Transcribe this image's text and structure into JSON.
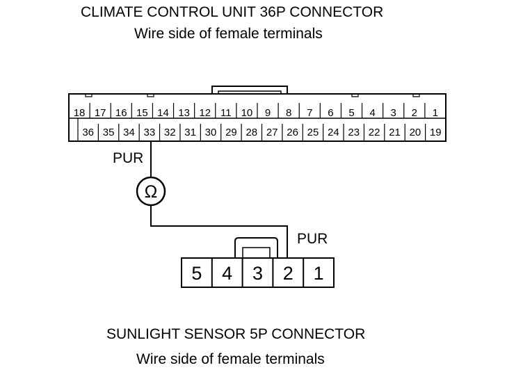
{
  "top_connector": {
    "title": "CLIMATE CONTROL UNIT 36P CONNECTOR",
    "subtitle": "Wire side of female terminals",
    "row_top": [
      "18",
      "17",
      "16",
      "15",
      "14",
      "13",
      "12",
      "11",
      "10",
      "9",
      "8",
      "7",
      "6",
      "5",
      "4",
      "3",
      "2",
      "1"
    ],
    "row_bottom": [
      "",
      "36",
      "35",
      "34",
      "33",
      "32",
      "31",
      "30",
      "29",
      "28",
      "27",
      "26",
      "25",
      "24",
      "23",
      "22",
      "21",
      "20",
      "19"
    ]
  },
  "bottom_connector": {
    "title": "SUNLIGHT SENSOR 5P CONNECTOR",
    "subtitle": "Wire side of female terminals",
    "terminals": [
      "5",
      "4",
      "3",
      "2",
      "1"
    ]
  },
  "wires": {
    "upper_label": "PUR",
    "lower_label": "PUR"
  },
  "meter": {
    "symbol": "Ω",
    "icon": "ohmmeter-icon"
  },
  "colors": {
    "line": "#000000",
    "background": "#ffffff"
  }
}
